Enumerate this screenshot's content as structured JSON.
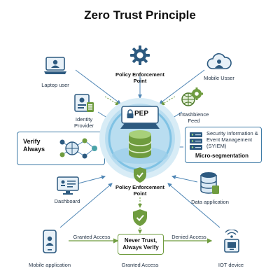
{
  "title": "Zero Trust Principle",
  "top_node": {
    "icon": "gear-icon",
    "label": "Policy Enforcement Point"
  },
  "nodes": {
    "laptop": {
      "icon": "laptop-user-icon",
      "label": "Laptop user"
    },
    "mobile_user": {
      "icon": "cloud-user-icon",
      "label": "Mobile Usser"
    },
    "identity": {
      "icon": "identity-card-icon",
      "label": "Identity Provider"
    },
    "intel": {
      "icon": "globe-gear-icon",
      "label": "Intashbience Feed"
    },
    "siem": {
      "icon": "server-rack-icon",
      "label": "Security Information & Event Management (SYIEM)"
    },
    "micro": {
      "label": "Micro-segmentation"
    },
    "verify": {
      "icon": "network-globe-icon",
      "label": "Verify Always"
    },
    "dashboard": {
      "icon": "dashboard-monitor-icon",
      "label": "Dashboard"
    },
    "data_app": {
      "icon": "database-icon",
      "label": "Data application"
    },
    "mobile_app": {
      "icon": "mobile-phone-icon",
      "label": "Mobile application"
    },
    "iot": {
      "icon": "iot-device-icon",
      "label": "IOT device"
    }
  },
  "core": {
    "badge": "PEP",
    "icon": "database-stack-icon",
    "label": "Policy Enforcement Point",
    "shield_icon": "shield-check-icon"
  },
  "bottom": {
    "granted_left": "Granted Access",
    "denied": "Denied Access",
    "center": "Never Trust, Always Verify",
    "granted_bottom": "Granted Access"
  },
  "colors": {
    "accent": "#3d7aa6",
    "green": "#6f9c3f",
    "teal": "#4aa3a8"
  }
}
